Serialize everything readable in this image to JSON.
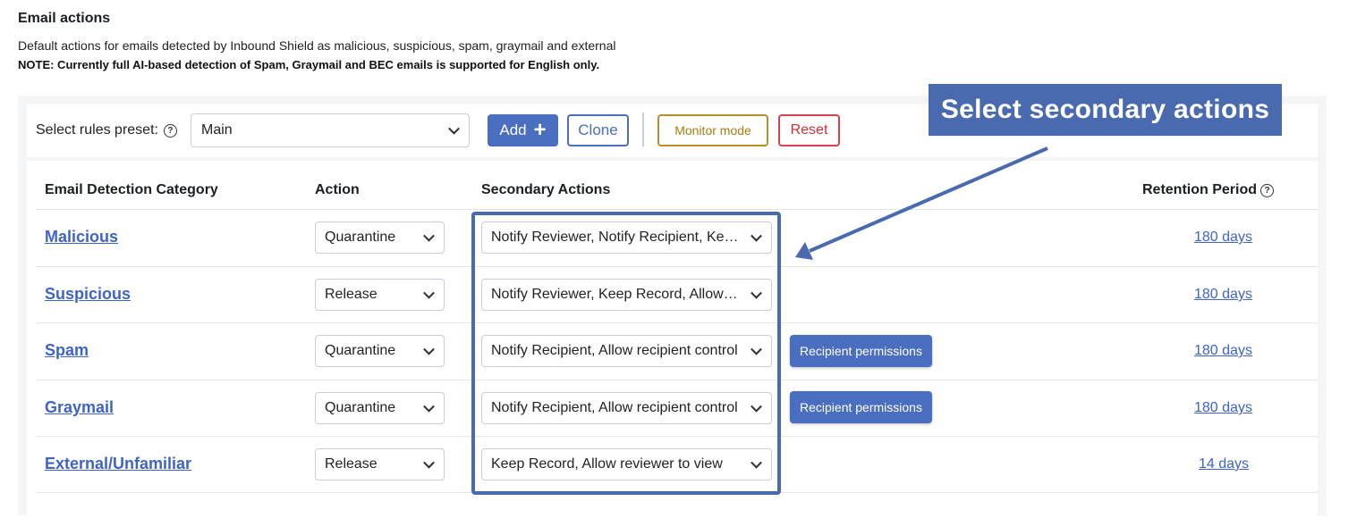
{
  "section": {
    "title": "Email actions",
    "description": "Default actions for emails detected by Inbound Shield as malicious, suspicious, spam, graymail and external",
    "note": "NOTE: Currently full AI-based detection of Spam, Graymail and BEC emails is supported for English only."
  },
  "toolbar": {
    "preset_label": "Select rules preset:",
    "preset_value": "Main",
    "add_label": "Add",
    "clone_label": "Clone",
    "monitor_label": "Monitor mode",
    "reset_label": "Reset"
  },
  "table": {
    "headers": {
      "category": "Email Detection Category",
      "action": "Action",
      "secondary": "Secondary Actions",
      "retention": "Retention Period"
    },
    "rows": [
      {
        "category": "Malicious",
        "action": "Quarantine",
        "secondary": "Notify Reviewer, Notify Recipient, Keep Record",
        "permissions": "",
        "retention": "180 days"
      },
      {
        "category": "Suspicious",
        "action": "Release",
        "secondary": "Notify Reviewer, Keep Record, Allow reviewer to view",
        "permissions": "",
        "retention": "180 days"
      },
      {
        "category": "Spam",
        "action": "Quarantine",
        "secondary": "Notify Recipient, Allow recipient control",
        "permissions": "Recipient permissions",
        "retention": "180 days"
      },
      {
        "category": "Graymail",
        "action": "Quarantine",
        "secondary": "Notify Recipient, Allow recipient control",
        "permissions": "Recipient permissions",
        "retention": "180 days"
      },
      {
        "category": "External/Unfamiliar",
        "action": "Release",
        "secondary": "Keep Record, Allow reviewer to view",
        "permissions": "",
        "retention": "14 days"
      }
    ]
  },
  "annotation": {
    "callout_text": "Select secondary actions",
    "color": "#4a6ab0"
  },
  "colors": {
    "primary": "#4a6ec0",
    "link": "#3e64c8",
    "monitor": "#b7902a",
    "reset": "#d9414c"
  }
}
